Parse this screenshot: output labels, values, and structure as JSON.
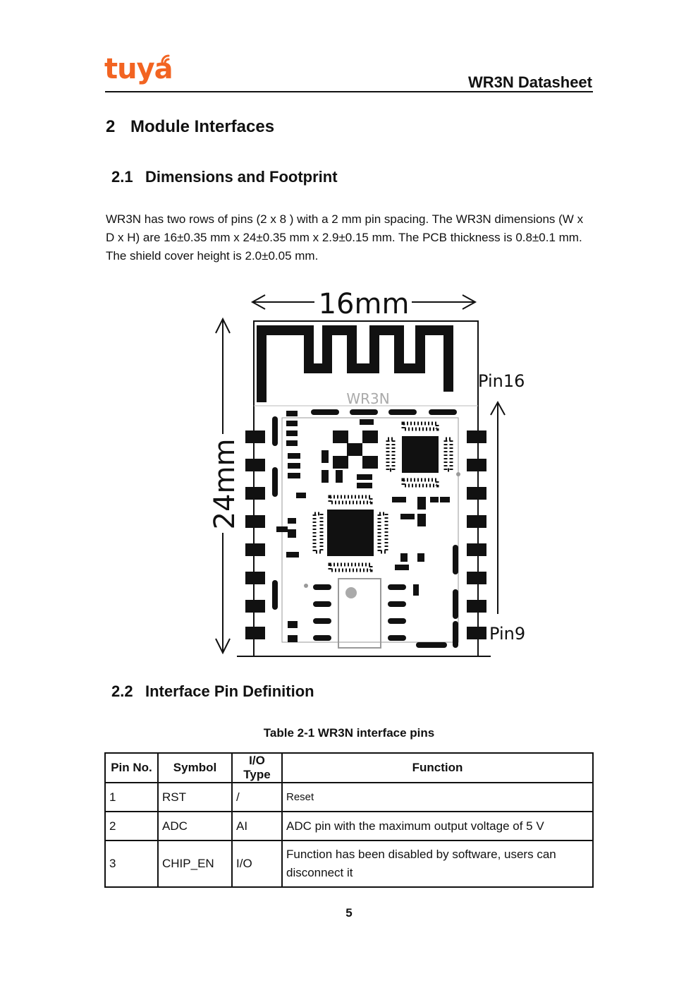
{
  "header": {
    "logo_text": "tuya",
    "doc_title": "WR3N Datasheet"
  },
  "section": {
    "number": "2",
    "title": "Module Interfaces"
  },
  "subsection_dimensions": {
    "number": "2.1",
    "title": "Dimensions and Footprint",
    "body": "WR3N has two rows of pins (2 x 8 ) with a 2 mm pin spacing. The WR3N dimensions (W x D x H) are 16±0.35 mm x 24±0.35 mm x 2.9±0.15 mm. The PCB thickness is 0.8±0.1 mm. The shield cover height is 2.0±0.05 mm."
  },
  "diagram": {
    "width_label": "16mm",
    "height_label": "24mm",
    "module_label": "WR3N",
    "pin_top_label": "Pin16",
    "pin_bottom_label": "Pin9"
  },
  "subsection_pins": {
    "number": "2.2",
    "title": "Interface Pin Definition"
  },
  "table": {
    "caption": "Table 2-1 WR3N interface pins",
    "headers": [
      "Pin No.",
      "Symbol",
      "I/O Type",
      "Function"
    ],
    "rows": [
      [
        "1",
        "RST",
        "/",
        "Reset"
      ],
      [
        "2",
        "ADC",
        "AI",
        "ADC pin with the maximum output voltage of 5 V"
      ],
      [
        "3",
        "CHIP_EN",
        "I/O",
        "Function has been disabled by software, users can disconnect it"
      ]
    ]
  },
  "footer": {
    "page_number": "5"
  },
  "colors": {
    "brand": "#f26422",
    "text": "#111111"
  }
}
